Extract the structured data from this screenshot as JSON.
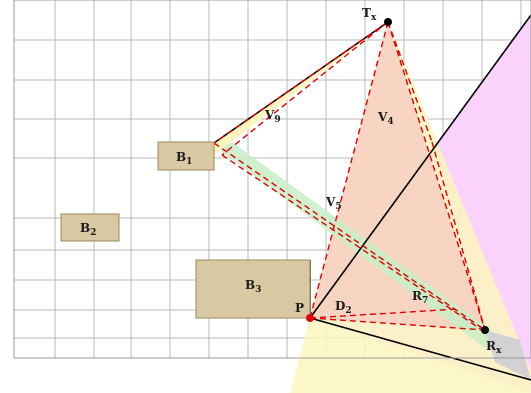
{
  "colors": {
    "background": "#ffffff",
    "grid": "#b9b9b9",
    "frame": "#9a9a9a",
    "box_fill": "#d9c9a3",
    "box_stroke": "#9c8758",
    "yellow_region": "#fbf6c0",
    "magenta_region": "#fbd2fb",
    "pink_cone": "#f6cfc1",
    "green_band": "#c7eec7",
    "gray_strip": "#d2d2d2",
    "solid_line": "#000000",
    "dashed_line": "#e00000",
    "point_red": "#e00000",
    "point_black": "#000000"
  },
  "labels": {
    "tx": {
      "main": "T",
      "sub": "x"
    },
    "rx": {
      "main": "R",
      "sub": "x"
    },
    "p": "P",
    "b1": {
      "main": "B",
      "sub": "1"
    },
    "b2": {
      "main": "B",
      "sub": "2"
    },
    "b3": {
      "main": "B",
      "sub": "3"
    },
    "v9": {
      "main": "V",
      "sub": "9"
    },
    "v4": {
      "main": "V",
      "sub": "4"
    },
    "v5": {
      "main": "V",
      "sub": "5"
    },
    "d2": {
      "main": "D",
      "sub": "2"
    },
    "r7": {
      "main": "R",
      "sub": "7"
    }
  }
}
